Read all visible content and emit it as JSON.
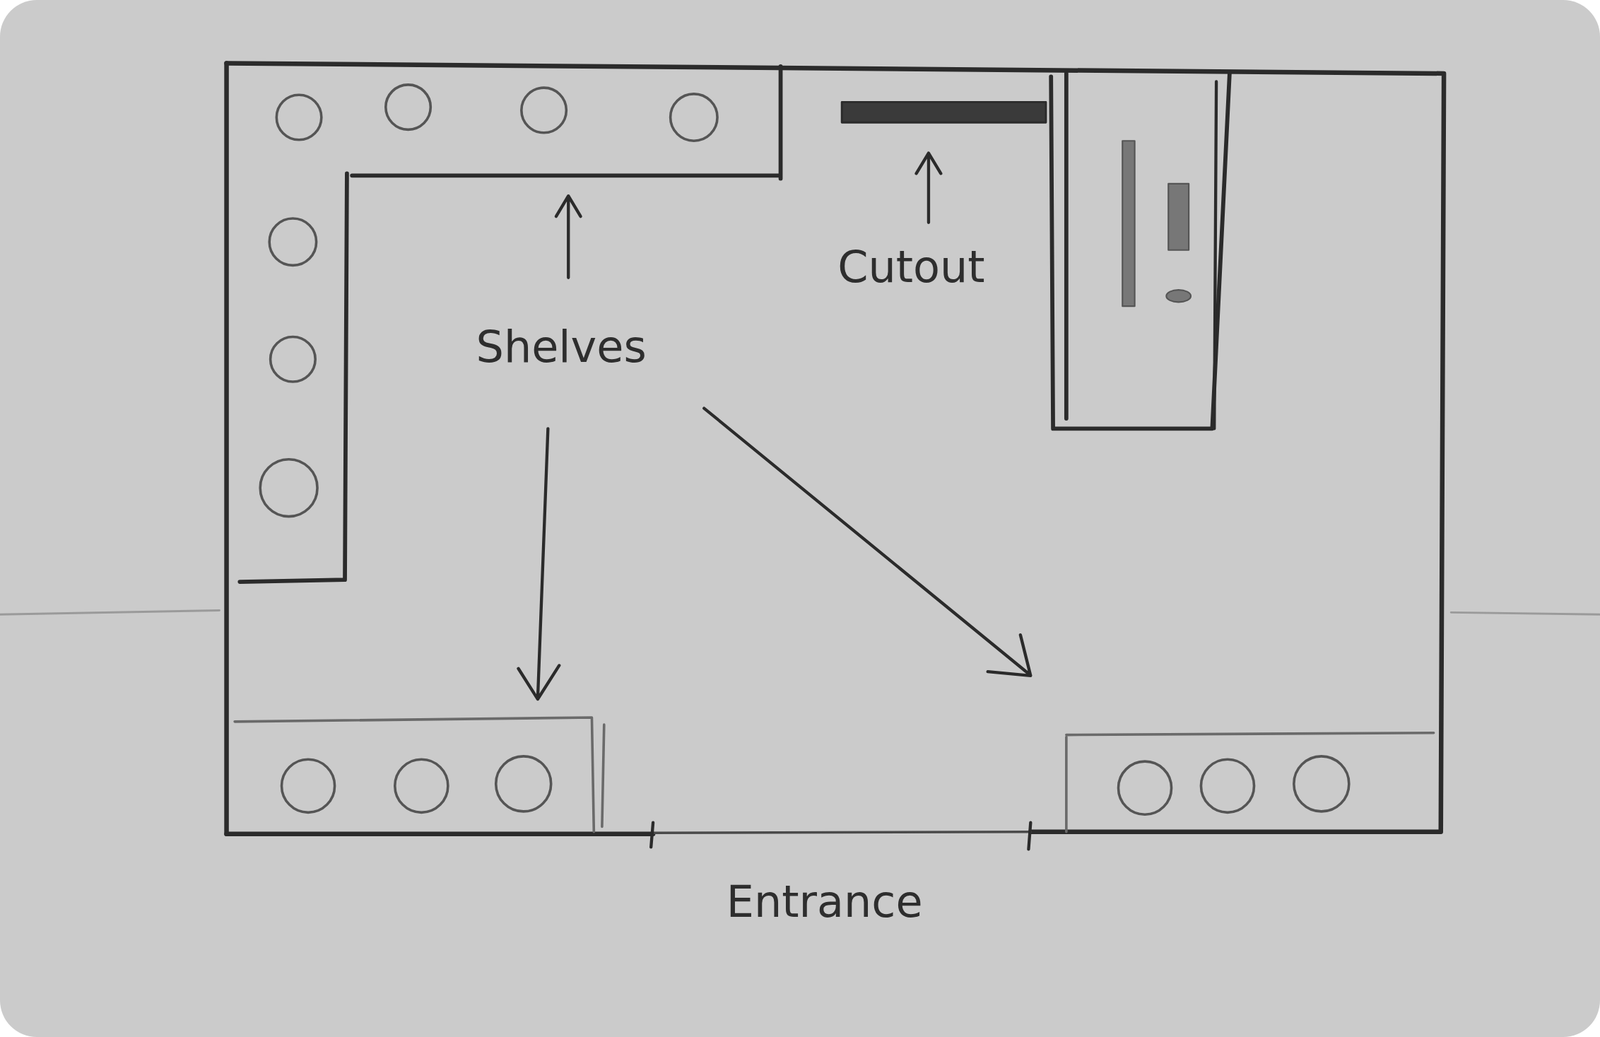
{
  "diagram": {
    "labels": [
      "Shelves",
      "Cutout",
      "Entrance"
    ]
  }
}
